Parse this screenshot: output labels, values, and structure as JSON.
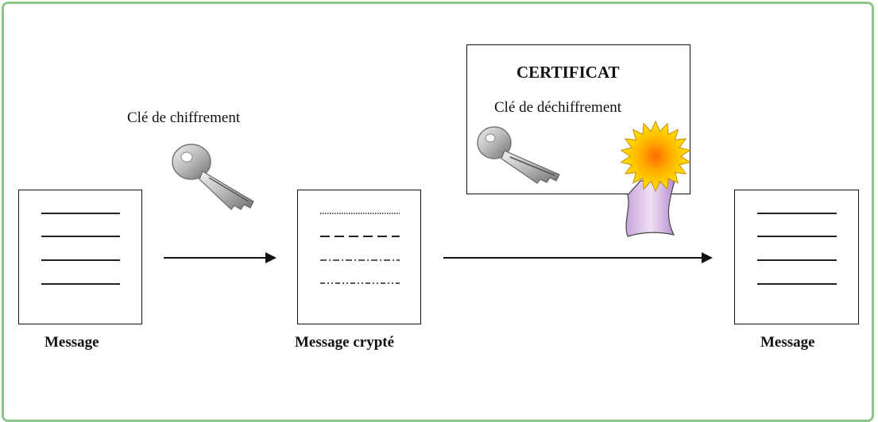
{
  "nodes": {
    "source": {
      "label": "Message"
    },
    "encrypted": {
      "label": "Message crypté"
    },
    "destination": {
      "label": "Message"
    }
  },
  "encryption_key": {
    "label": "Clé de chiffrement",
    "icon": "key-icon"
  },
  "certificate": {
    "title": "CERTIFICAT",
    "key_label": "Clé de déchiffrement",
    "icons": [
      "key-icon",
      "seal-icon"
    ]
  },
  "colors": {
    "frame_border": "#8ec58b",
    "seal_outer": "#ffd400",
    "seal_center": "#ff7a00",
    "ribbon": "#d9b7e8"
  }
}
